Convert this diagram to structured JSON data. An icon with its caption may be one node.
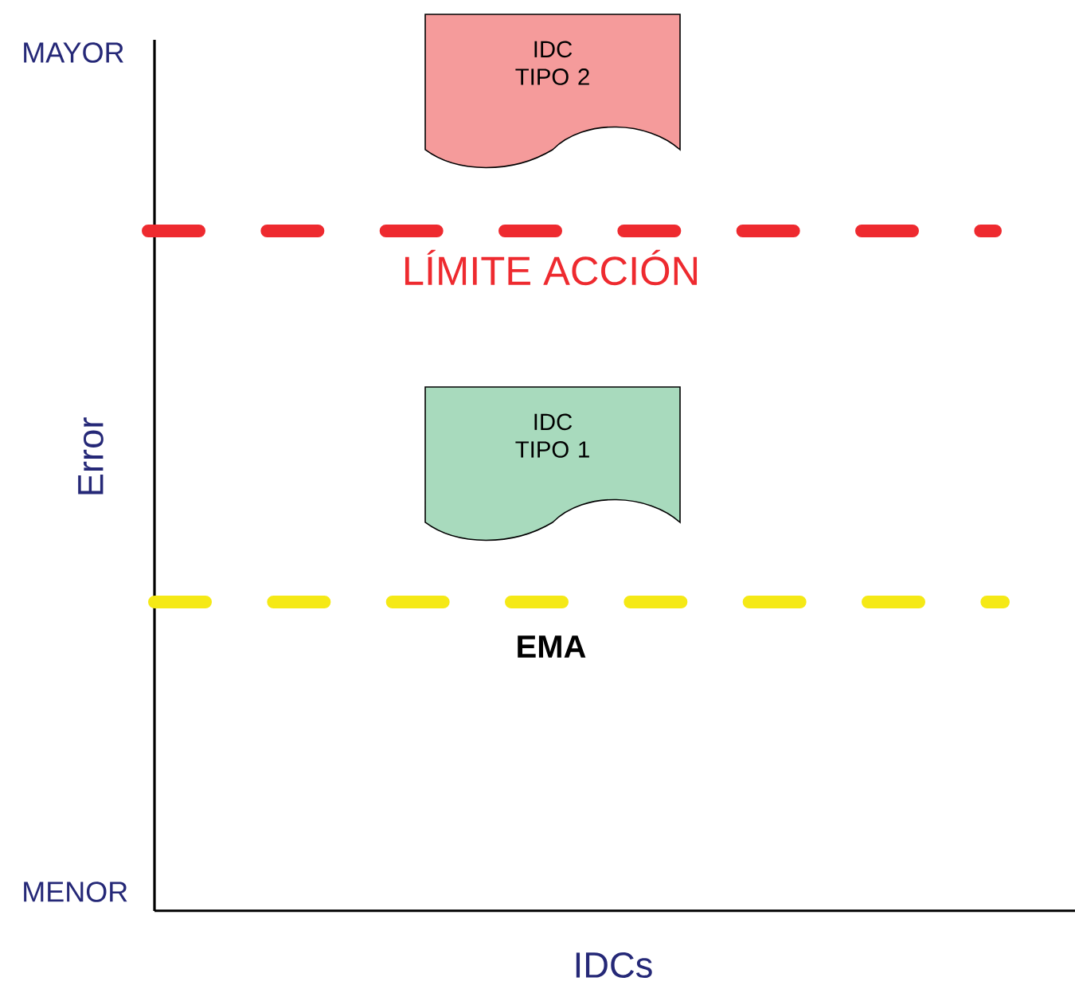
{
  "diagram": {
    "nodes": [
      {
        "text": [
          "IDC TIPO 2"
        ]
      },
      {
        "text": [
          "IDC TIPO 1"
        ]
      }
    ],
    "labels": [
      "MAYOR",
      "LÍMITE ACCIÓN",
      "Error",
      "EMA",
      "MENOR",
      "IDCs"
    ]
  }
}
